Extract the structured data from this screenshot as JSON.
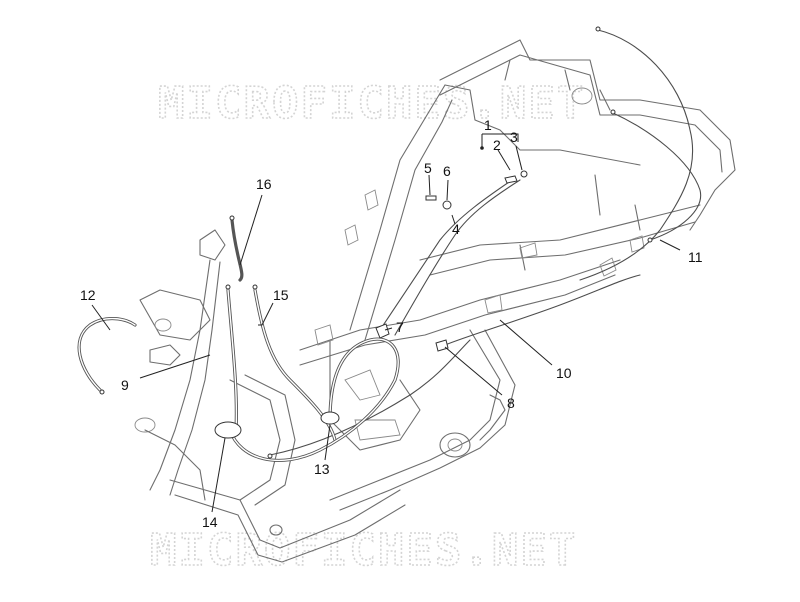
{
  "watermark": {
    "top": "MICROFICHES.NET",
    "bottom": "MICROFICHES.NET"
  },
  "callouts": [
    {
      "id": "1",
      "label": "1"
    },
    {
      "id": "2",
      "label": "2"
    },
    {
      "id": "3",
      "label": "3"
    },
    {
      "id": "4",
      "label": "4"
    },
    {
      "id": "5",
      "label": "5"
    },
    {
      "id": "6",
      "label": "6"
    },
    {
      "id": "7",
      "label": "7"
    },
    {
      "id": "8",
      "label": "8"
    },
    {
      "id": "9",
      "label": "9"
    },
    {
      "id": "10",
      "label": "10"
    },
    {
      "id": "11",
      "label": "11"
    },
    {
      "id": "12",
      "label": "12"
    },
    {
      "id": "13",
      "label": "13"
    },
    {
      "id": "14",
      "label": "14"
    },
    {
      "id": "15",
      "label": "15"
    },
    {
      "id": "16",
      "label": "16"
    }
  ]
}
